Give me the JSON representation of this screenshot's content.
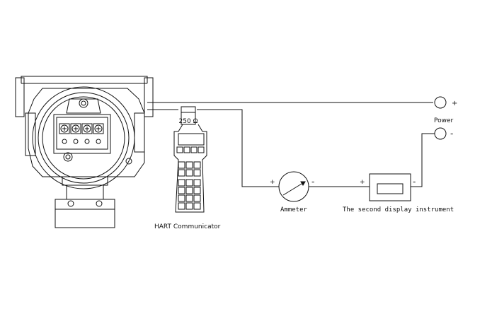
{
  "resistor_label": "250 Ω",
  "power_label": "Power",
  "power_plus": "+",
  "power_minus": "-",
  "ammeter_label": "Ammeter",
  "ammeter_plus": "+",
  "ammeter_minus": "-",
  "display_label": "The second display instrument",
  "display_plus": "+",
  "display_minus": "-",
  "communicator_label": "HART Communicator"
}
